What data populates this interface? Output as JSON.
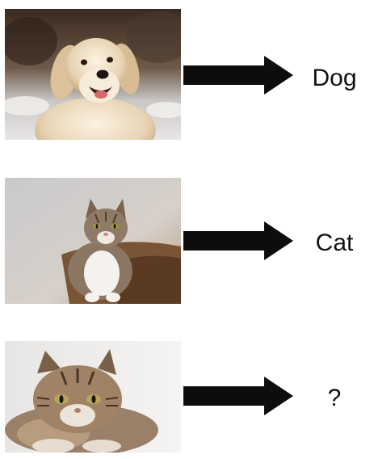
{
  "rows": [
    {
      "image": "dog-photo",
      "label": "Dog"
    },
    {
      "image": "cat-photo",
      "label": "Cat"
    },
    {
      "image": "unknown-cat-photo",
      "label": "?"
    }
  ],
  "colors": {
    "arrow": "#0d0d0d",
    "text": "#111111"
  }
}
